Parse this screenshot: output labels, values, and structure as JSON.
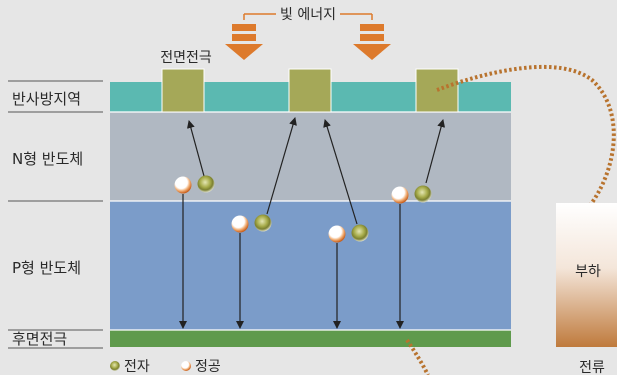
{
  "title": "빛 에너지",
  "colors": {
    "arrow": "#dd7a2c",
    "antireflection": "#5bb9b1",
    "front_electrode": "#a5a858",
    "n_type": "#b0b8c2",
    "p_type": "#7b9cc9",
    "back_electrode": "#5f9a4c",
    "wire": "#b8732e",
    "load_bottom": "#c07a3b",
    "electron": "#b4b85a",
    "hole": "#d8712a"
  },
  "layers": {
    "front_electrode": "전면전극",
    "antireflection": "반사방지역",
    "n_type": "N형 반도체",
    "p_type": "P형 반도체",
    "back_electrode": "후면전극"
  },
  "load": {
    "label": "부하",
    "current": "전류"
  },
  "legend": {
    "electron": "전자",
    "hole": "정공"
  }
}
